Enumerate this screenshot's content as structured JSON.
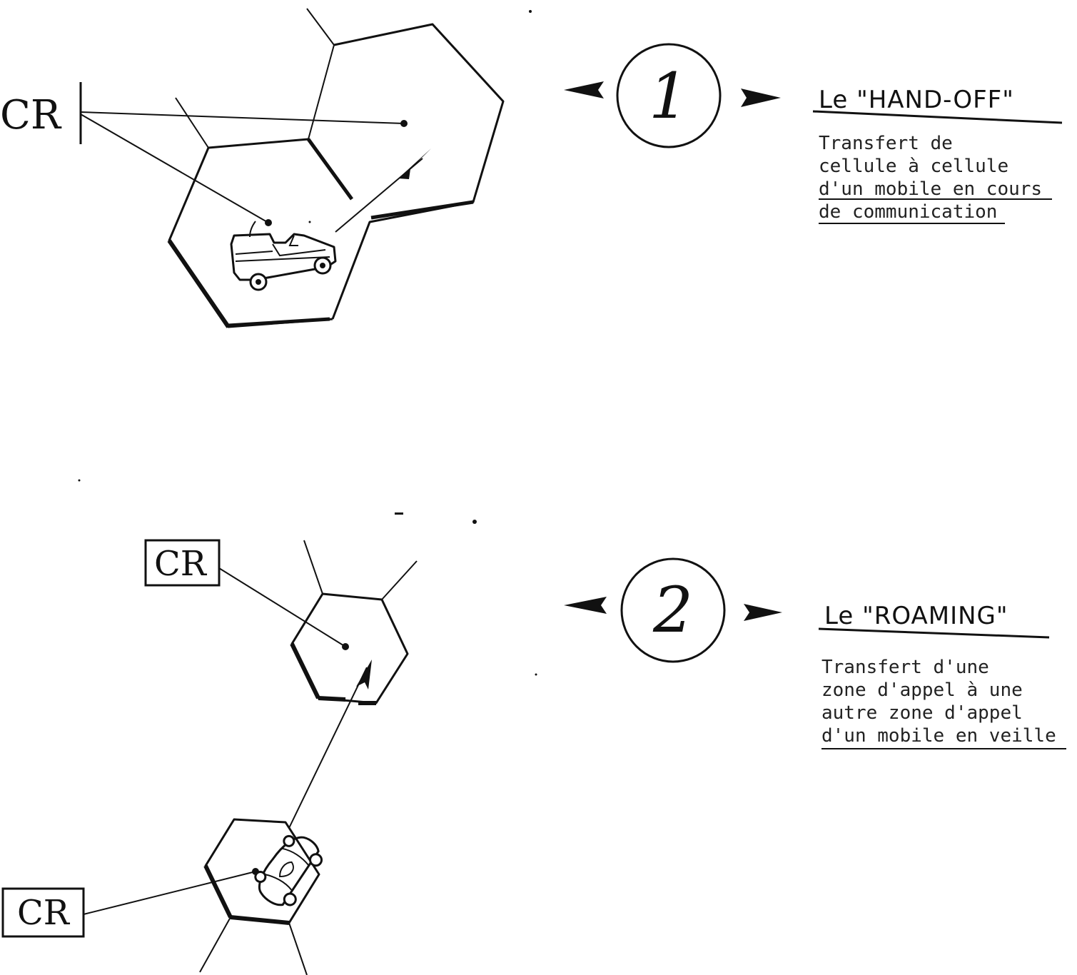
{
  "section1": {
    "cr_label": "CR",
    "number": "1",
    "title": "Le \"HAND-OFF\"",
    "description": [
      "Transfert de",
      "cellule à cellule",
      "d'un mobile en cours",
      "de communication"
    ]
  },
  "section2": {
    "cr_label_top": "CR",
    "cr_label_bottom": "CR",
    "number": "2",
    "title": "Le \"ROAMING\"",
    "description": [
      "Transfert d'une",
      "zone d'appel à une",
      "autre zone d'appel",
      "d'un mobile en veille"
    ]
  },
  "colors": {
    "ink": "#111111",
    "paper": "#ffffff"
  },
  "icons": [
    "van-icon",
    "car-icon",
    "arrow-left-icon",
    "arrow-right-icon"
  ]
}
